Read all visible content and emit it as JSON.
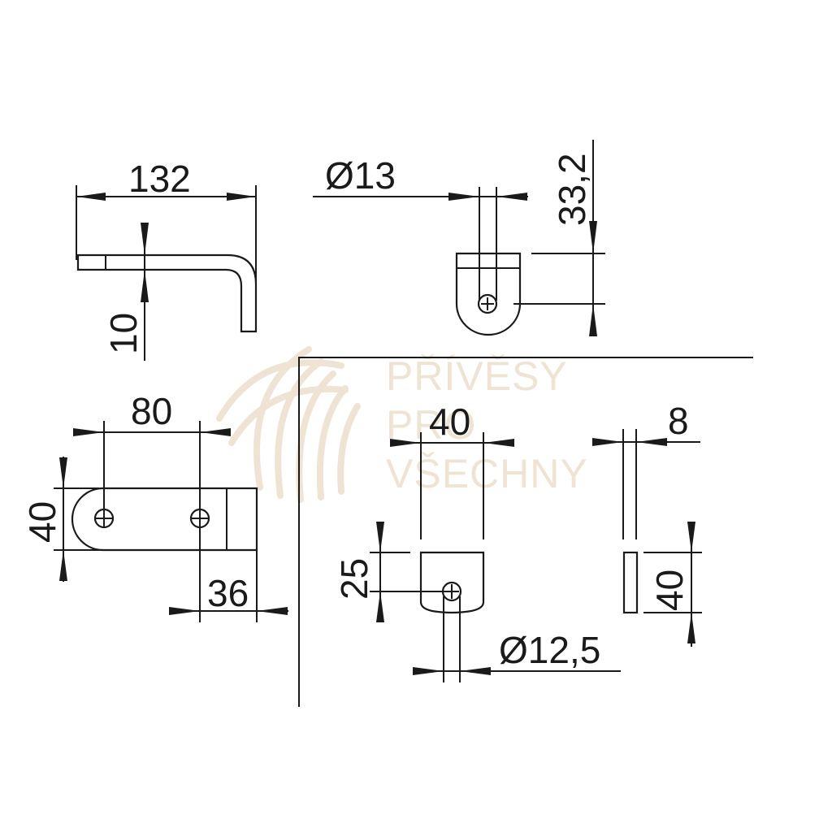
{
  "drawing": {
    "watermark": {
      "line1": "PŘÍVĚSY",
      "line2": "PRO",
      "line3": "VŠECHNY",
      "color": "#efe3d3"
    },
    "dimensions": {
      "side_length": "132",
      "side_thickness": "10",
      "end_hole_diameter": "Ø13",
      "end_height": "33,2",
      "top_hole_spacing": "80",
      "top_width": "40",
      "top_end_length": "36",
      "detail_width": "40",
      "detail_thickness": "8",
      "detail_height": "25",
      "detail_side_height": "40",
      "detail_hole_diameter": "Ø12,5"
    }
  }
}
